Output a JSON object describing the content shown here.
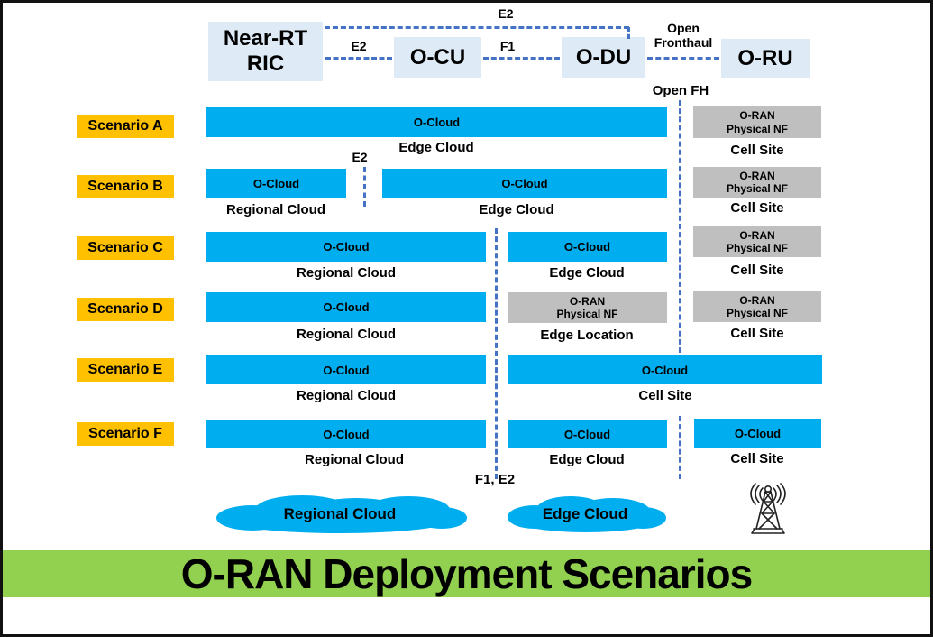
{
  "colors": {
    "bar_blue": "#00AEEF",
    "nf_gray": "#BFBFBF",
    "scenario_yellow": "#FFC000",
    "banner_green": "#92D050",
    "header_box_blue": "#DEEBF7",
    "dash_blue": "#4472C4"
  },
  "top": {
    "near_rt_ric_line1": "Near-RT",
    "near_rt_ric_line2": "RIC",
    "o_cu": "O-CU",
    "o_du": "O-DU",
    "o_ru": "O-RU"
  },
  "interfaces": {
    "e2_top": "E2",
    "e2": "E2",
    "f1": "F1",
    "open_fronthaul_line1": "Open",
    "open_fronthaul_line2": "Fronthaul",
    "open_fh": "Open FH",
    "e2_scenario_b": "E2",
    "f1_e2": "F1, E2"
  },
  "scenarios": [
    {
      "label": "Scenario A",
      "bars": [
        {
          "text": "O-Cloud",
          "site": "Edge Cloud"
        }
      ],
      "cell_nf": {
        "line1": "O-RAN",
        "line2": "Physical NF",
        "site": "Cell Site"
      }
    },
    {
      "label": "Scenario B",
      "bars": [
        {
          "text": "O-Cloud",
          "site": "Regional Cloud"
        },
        {
          "text": "O-Cloud",
          "site": "Edge Cloud"
        }
      ],
      "cell_nf": {
        "line1": "O-RAN",
        "line2": "Physical NF",
        "site": "Cell Site"
      }
    },
    {
      "label": "Scenario C",
      "bars": [
        {
          "text": "O-Cloud",
          "site": "Regional Cloud"
        },
        {
          "text": "O-Cloud",
          "site": "Edge Cloud"
        }
      ],
      "cell_nf": {
        "line1": "O-RAN",
        "line2": "Physical NF",
        "site": "Cell Site"
      }
    },
    {
      "label": "Scenario D",
      "bars": [
        {
          "text": "O-Cloud",
          "site": "Regional Cloud"
        }
      ],
      "edge_nf": {
        "line1": "O-RAN",
        "line2": "Physical NF",
        "site": "Edge Location"
      },
      "cell_nf": {
        "line1": "O-RAN",
        "line2": "Physical NF",
        "site": "Cell Site"
      }
    },
    {
      "label": "Scenario E",
      "bars": [
        {
          "text": "O-Cloud",
          "site": "Regional Cloud"
        },
        {
          "text": "O-Cloud",
          "site": "Cell Site"
        }
      ]
    },
    {
      "label": "Scenario F",
      "bars": [
        {
          "text": "O-Cloud",
          "site": "Regional Cloud"
        },
        {
          "text": "O-Cloud",
          "site": "Edge Cloud"
        },
        {
          "text": "O-Cloud",
          "site": "Cell Site"
        }
      ]
    }
  ],
  "legend": {
    "regional_cloud": "Regional Cloud",
    "edge_cloud": "Edge Cloud"
  },
  "banner": {
    "title": "O-RAN Deployment Scenarios"
  }
}
